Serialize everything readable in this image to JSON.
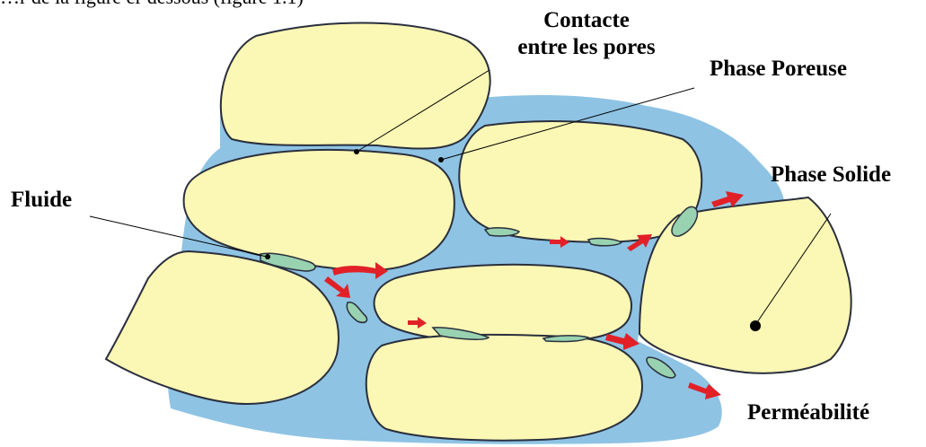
{
  "top_text": "…r de la figure ci-dessous (figure 1.1)",
  "colors": {
    "grain_fill": "#fbf7b4",
    "pore_fill": "#8ec3e4",
    "fluid_fill": "#99d2b0",
    "arrow_fill": "#e12127",
    "outline": "#2a2f3d"
  },
  "labels": {
    "contact_line1": "Contacte",
    "contact_line2": "entre les pores",
    "phase_poreuse": "Phase Poreuse",
    "fluide": "Fluide",
    "phase_solide": "Phase Solide",
    "permeabilite": "Perméabilité"
  }
}
